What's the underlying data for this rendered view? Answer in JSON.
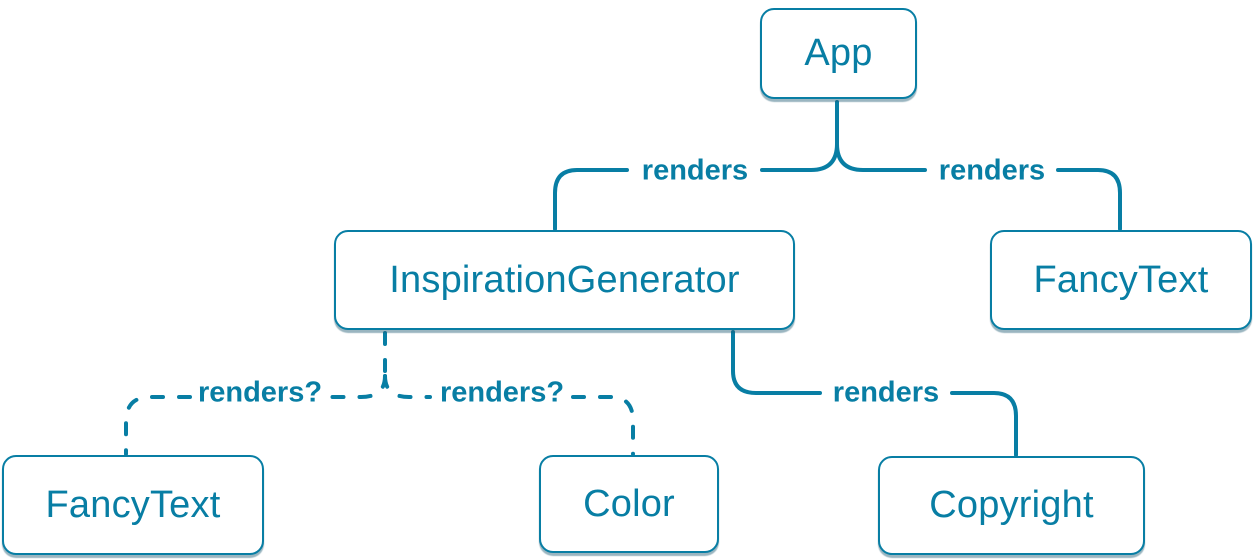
{
  "colors": {
    "accent": "#087ea4",
    "node_fill": "#ffffff",
    "background": "#ffffff"
  },
  "diagram_type": "react-component-render-tree",
  "nodes": [
    {
      "id": "app",
      "label": "App"
    },
    {
      "id": "inspiration-generator",
      "label": "InspirationGenerator"
    },
    {
      "id": "fancy-text-top",
      "label": "FancyText"
    },
    {
      "id": "fancy-text-bottom",
      "label": "FancyText"
    },
    {
      "id": "color",
      "label": "Color"
    },
    {
      "id": "copyright",
      "label": "Copyright"
    }
  ],
  "edges": [
    {
      "from": "App",
      "to": "InspirationGenerator",
      "label": "renders",
      "style": "solid"
    },
    {
      "from": "App",
      "to": "FancyText",
      "label": "renders",
      "style": "solid"
    },
    {
      "from": "InspirationGenerator",
      "to": "FancyText",
      "label": "renders?",
      "style": "dashed"
    },
    {
      "from": "InspirationGenerator",
      "to": "Color",
      "label": "renders?",
      "style": "dashed"
    },
    {
      "from": "InspirationGenerator",
      "to": "Copyright",
      "label": "renders",
      "style": "solid"
    }
  ]
}
